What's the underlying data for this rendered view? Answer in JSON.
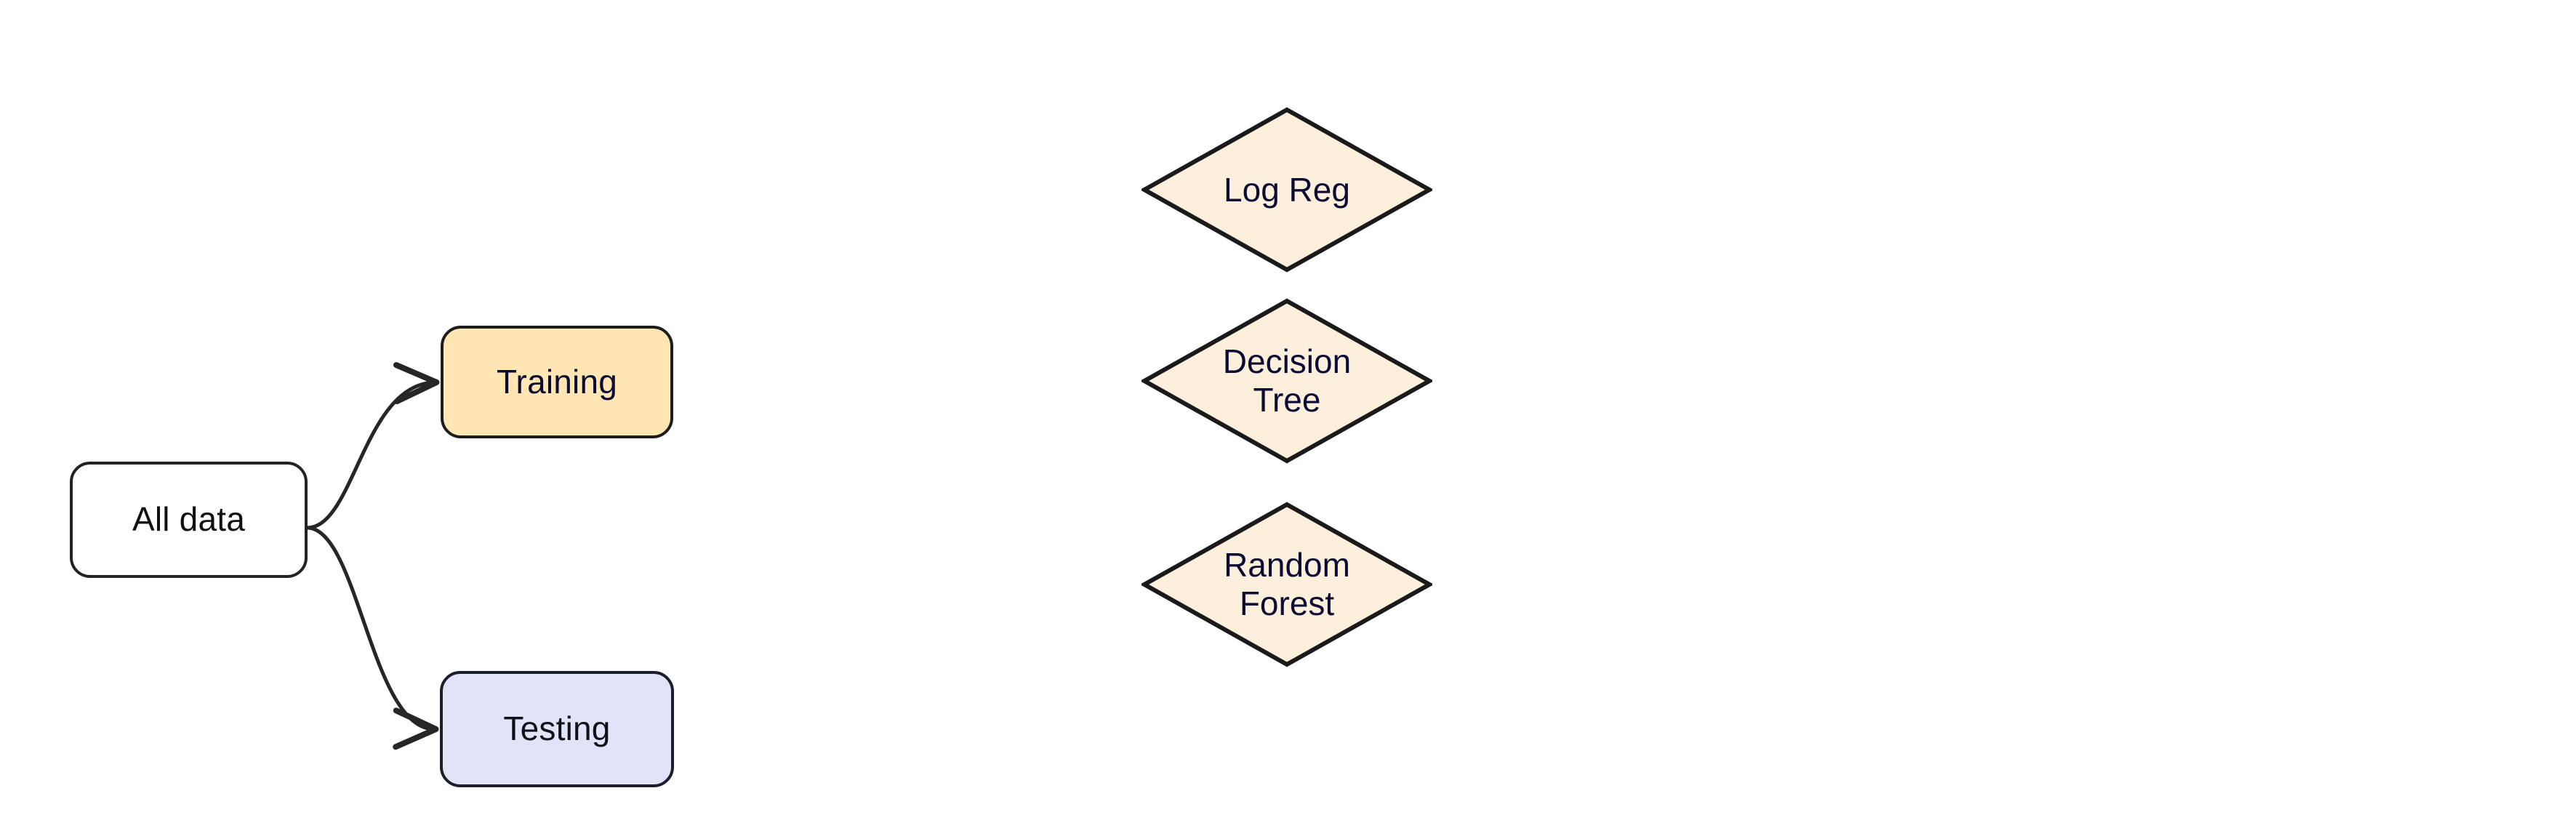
{
  "diagram": {
    "title": "Train/test split and candidate models flowchart",
    "background_color": "#ffffff"
  },
  "nodes": {
    "all_data": {
      "label": "All data",
      "shape": "rounded-rectangle",
      "fill": "#ffffff",
      "stroke": "#232323",
      "text_color": "#111111"
    },
    "training": {
      "label": "Training",
      "shape": "rounded-rectangle",
      "fill": "#ffe6b3",
      "stroke": "#1d1d1d",
      "text_color": "#0b0b33"
    },
    "testing": {
      "label": "Testing",
      "shape": "rounded-rectangle",
      "fill": "#e1e4f9",
      "stroke": "#1d1d2b",
      "text_color": "#101018"
    },
    "log_reg": {
      "label": "Log Reg",
      "shape": "diamond",
      "fill": "#fcefdc",
      "stroke": "#1a1a1a",
      "text_color": "#0b0b33"
    },
    "decision_tree": {
      "label": "Decision\nTree",
      "shape": "diamond",
      "fill": "#fcefdc",
      "stroke": "#1a1a1a",
      "text_color": "#0b0b33"
    },
    "random_forest": {
      "label": "Random\nForest",
      "shape": "diamond",
      "fill": "#fcefdc",
      "stroke": "#1a1a1a",
      "text_color": "#0b0b33"
    }
  },
  "edges": [
    {
      "from": "all_data",
      "to": "training",
      "label": "",
      "style": "curved",
      "arrowhead": "open",
      "color": "#262626"
    },
    {
      "from": "all_data",
      "to": "testing",
      "label": "",
      "style": "curved",
      "arrowhead": "open",
      "color": "#262626"
    }
  ]
}
